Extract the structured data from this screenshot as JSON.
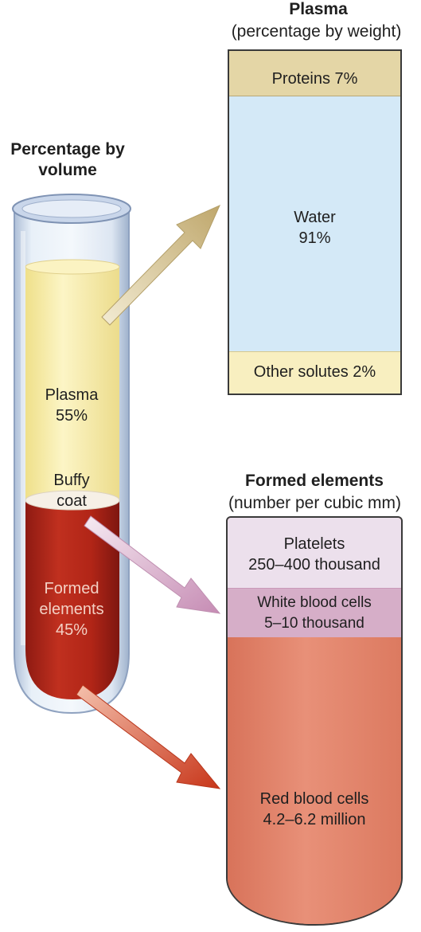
{
  "plasma_panel": {
    "title": "Plasma",
    "subtitle": "(percentage by weight)",
    "proteins": "Proteins 7%",
    "water_name": "Water",
    "water_value": "91%",
    "solutes": "Other solutes 2%",
    "colors": {
      "proteins": "#e4d6a6",
      "water": "#d4e9f7",
      "solutes": "#f8efc0"
    }
  },
  "tube": {
    "title_line1": "Percentage by",
    "title_line2": "volume",
    "plasma_name": "Plasma",
    "plasma_value": "55%",
    "buffy_line1": "Buffy",
    "buffy_line2": "coat",
    "formed_line1": "Formed",
    "formed_line2": "elements",
    "formed_value": "45%",
    "colors": {
      "plasma": "#f8eea8",
      "formed": "#b8261c",
      "glass": "#c7d8ec"
    }
  },
  "formed_panel": {
    "title": "Formed elements",
    "subtitle": "(number per cubic mm)",
    "platelets_name": "Platelets",
    "platelets_value": "250–400 thousand",
    "wbc_name": "White blood cells",
    "wbc_value": "5–10 thousand",
    "rbc_name": "Red blood cells",
    "rbc_value": "4.2–6.2 million",
    "colors": {
      "platelets": "#ece0ec",
      "wbc": "#d6aec8",
      "rbc": "#e08168"
    }
  },
  "arrows": {
    "to_plasma_color": "#c9b98a",
    "to_wbc_color": "#d8b0cc",
    "to_rbc_color": "#d04a2a"
  }
}
